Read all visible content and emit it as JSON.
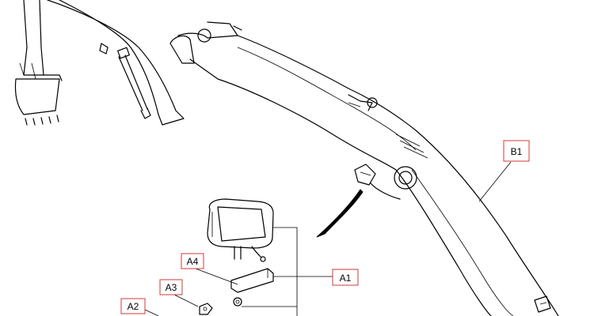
{
  "callouts": {
    "b1": "B1",
    "a1": "A1",
    "a2": "A2",
    "a3": "A3",
    "a4": "A4"
  }
}
